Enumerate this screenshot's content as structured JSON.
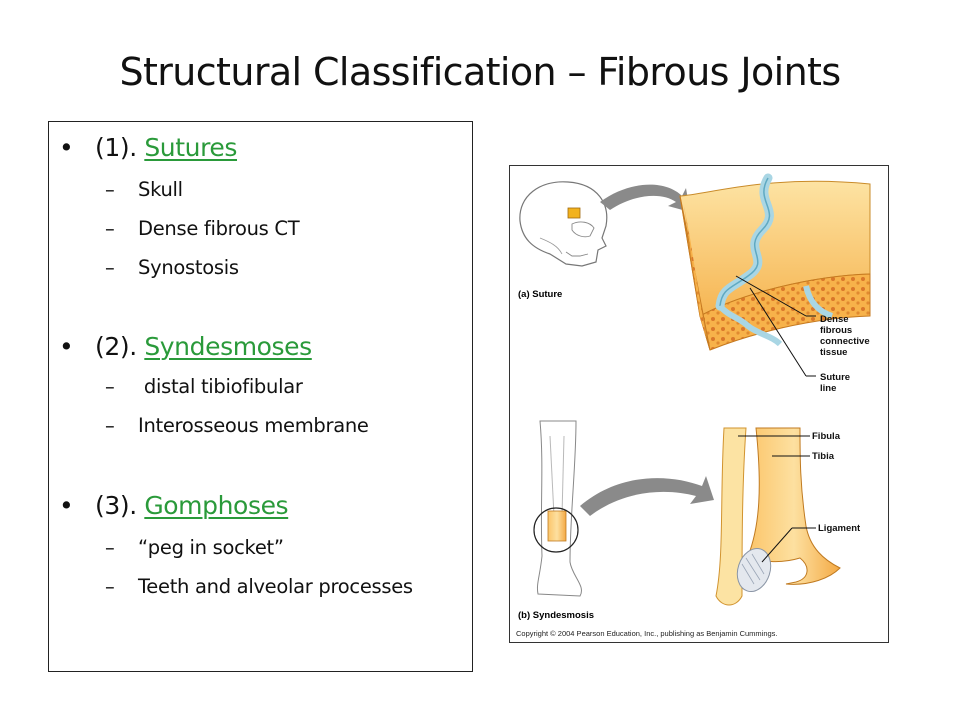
{
  "slide": {
    "title": "Structural Classification – Fibrous Joints"
  },
  "bullets": [
    {
      "marker": "•",
      "prefix": "(1). ",
      "link": "Sutures",
      "subs": [
        {
          "dash": "–",
          "text": "Skull"
        },
        {
          "dash": "–",
          "text": "Dense fibrous CT"
        },
        {
          "dash": "–",
          "text": "Synostosis"
        }
      ]
    },
    {
      "marker": "•",
      "prefix": "(2). ",
      "link": "Syndesmoses",
      "subs": [
        {
          "dash": "–",
          "text": " distal tibiofibular"
        },
        {
          "dash": "–",
          "text": "Interosseous membrane"
        }
      ]
    },
    {
      "marker": "•",
      "prefix": "(3). ",
      "link": "Gomphoses",
      "subs": [
        {
          "dash": "–",
          "text": "“peg in socket”"
        },
        {
          "dash": "–",
          "text": "Teeth and alveolar processes"
        }
      ]
    }
  ],
  "figure": {
    "panel_a_label": "(a) Suture",
    "panel_b_label": "(b) Syndesmosis",
    "callouts": {
      "dense_fibrous": [
        "Dense",
        "fibrous",
        "connective",
        "tissue"
      ],
      "suture_line": [
        "Suture",
        "line"
      ],
      "fibula": "Fibula",
      "tibia": "Tibia",
      "ligament": "Ligament"
    },
    "copyright": "Copyright © 2004 Pearson Education, Inc., publishing as Benjamin Cummings."
  },
  "colors": {
    "link_green": "#2a9a3a",
    "bone_orange": "#f2a03c",
    "bone_light": "#fcd67f",
    "suture_blue": "#b8dfe8"
  }
}
